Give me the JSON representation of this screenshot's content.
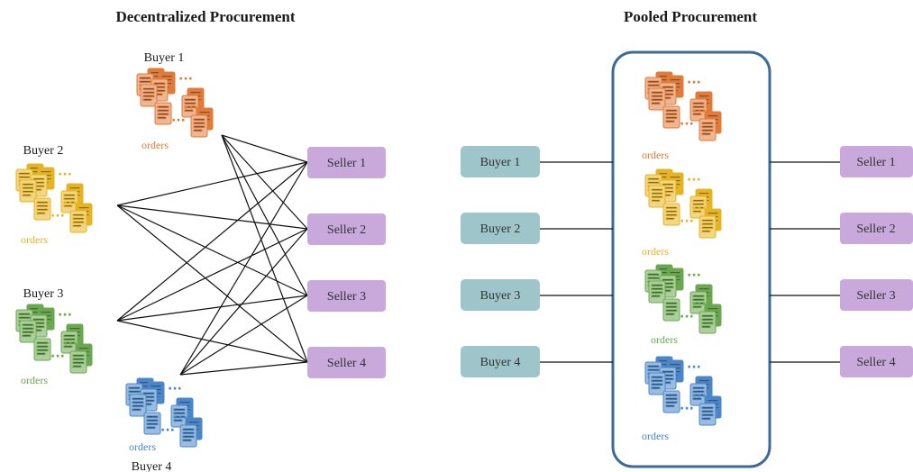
{
  "left_panel": {
    "title": "Decentralized Procurement",
    "buyers": [
      {
        "label": "Buyer 1",
        "orders": "orders",
        "color": "orange"
      },
      {
        "label": "Buyer 2",
        "orders": "orders",
        "color": "yellow"
      },
      {
        "label": "Buyer 3",
        "orders": "orders",
        "color": "green"
      },
      {
        "label": "Buyer 4",
        "orders": "orders",
        "color": "blue"
      }
    ],
    "sellers": [
      "Seller 1",
      "Seller 2",
      "Seller 3",
      "Seller 4"
    ]
  },
  "right_panel": {
    "title": "Pooled Procurement",
    "buyers": [
      "Buyer 1",
      "Buyer 2",
      "Buyer 3",
      "Buyer 4"
    ],
    "pool_orders": [
      {
        "orders": "orders",
        "color": "orange"
      },
      {
        "orders": "orders",
        "color": "yellow"
      },
      {
        "orders": "orders",
        "color": "green"
      },
      {
        "orders": "orders",
        "color": "blue"
      }
    ],
    "sellers": [
      "Seller 1",
      "Seller 2",
      "Seller 3",
      "Seller 4"
    ]
  },
  "colors": {
    "orange": "#e07b39",
    "yellow": "#e6b422",
    "green": "#6aa84f",
    "blue": "#4a86c8",
    "seller_fill": "#c9a8dc",
    "buyer_fill": "#9ec5c9",
    "pool_border": "#3d6a9a"
  }
}
